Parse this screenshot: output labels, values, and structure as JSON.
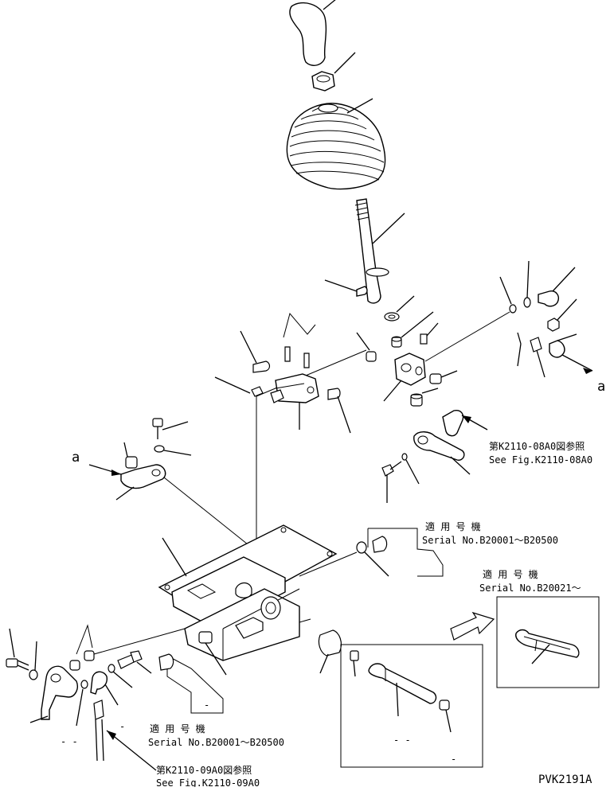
{
  "labels": {
    "ref_a_right": "a",
    "ref_a_left": "a",
    "ref_k2110_08_jp": "第K2110-08A0図参照",
    "ref_k2110_08_en": "See Fig.K2110-08A0",
    "serial_1_jp": "適 用 号 機",
    "serial_1_en": "Serial No.B20001～B20500",
    "serial_2_jp": "適 用 号 機",
    "serial_2_en": "Serial No.B20021～",
    "serial_3_jp": "適 用 号 機",
    "serial_3_en": "Serial No.B20001～B20500",
    "ref_k2110_09_jp": "第K2110-09A0図参照",
    "ref_k2110_09_en": "See Fig.K2110-09A0",
    "dash_marks": "-",
    "dash_pair": "- -",
    "figure_code": "PVK2191A"
  }
}
